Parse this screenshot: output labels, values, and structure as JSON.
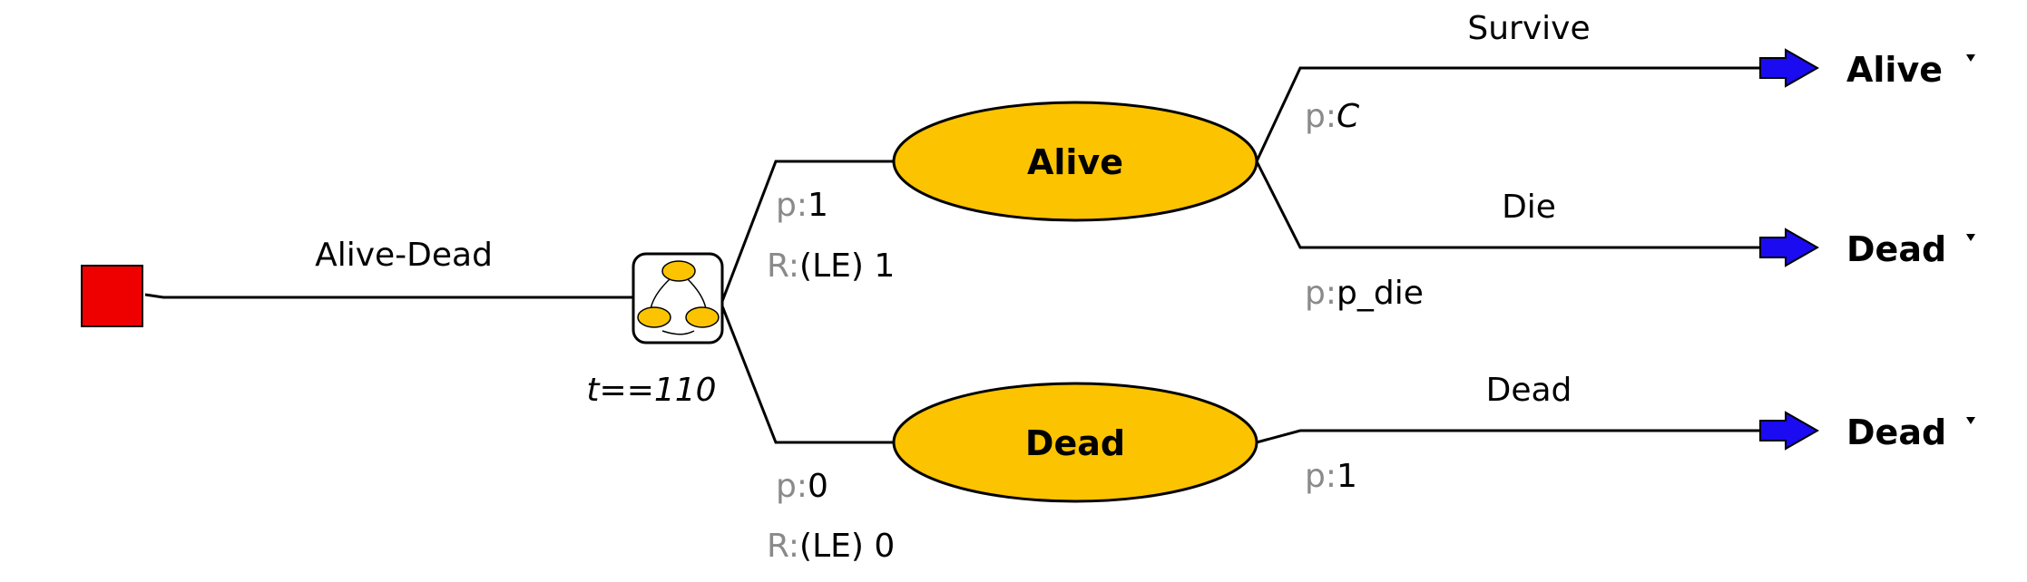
{
  "decision": {
    "label": "Alive-Dead",
    "color": "#EE0000"
  },
  "markov": {
    "termination": "t==110",
    "node_color": "#FBC300"
  },
  "states": [
    {
      "name": "Alive",
      "prob_prefix": "p:",
      "prob": "1",
      "reward_prefix": "R:",
      "reward": "(LE) 1"
    },
    {
      "name": "Dead",
      "prob_prefix": "p:",
      "prob": "0",
      "reward_prefix": "R:",
      "reward": "(LE) 0"
    }
  ],
  "transitions": [
    {
      "label": "Survive",
      "prob_prefix": "p:",
      "prob": "C",
      "terminal": "Alive"
    },
    {
      "label": "Die",
      "prob_prefix": "p:",
      "prob": "p_die",
      "terminal": "Dead"
    },
    {
      "label": "Dead",
      "prob_prefix": "p:",
      "prob": "1",
      "terminal": "Dead"
    }
  ],
  "colors": {
    "state_fill": "#FBC300",
    "terminal_arrow": "#1A0BF0",
    "prefix_gray": "#8a8a8a"
  }
}
